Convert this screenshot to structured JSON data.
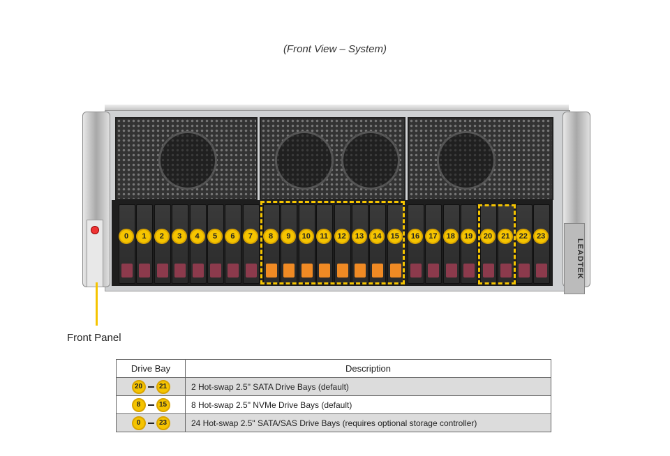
{
  "caption": "(Front View – System)",
  "brand": "LEADTEK",
  "front_panel_label": "Front Panel",
  "colors": {
    "badge": "#f5c400",
    "sata_latch": "#8c3a4c",
    "nvme_latch": "#f08a24"
  },
  "bays": [
    {
      "n": "0",
      "type": "sata"
    },
    {
      "n": "1",
      "type": "sata"
    },
    {
      "n": "2",
      "type": "sata"
    },
    {
      "n": "3",
      "type": "sata"
    },
    {
      "n": "4",
      "type": "sata"
    },
    {
      "n": "5",
      "type": "sata"
    },
    {
      "n": "6",
      "type": "sata"
    },
    {
      "n": "7",
      "type": "sata"
    },
    {
      "n": "8",
      "type": "nvme"
    },
    {
      "n": "9",
      "type": "nvme"
    },
    {
      "n": "10",
      "type": "nvme"
    },
    {
      "n": "11",
      "type": "nvme"
    },
    {
      "n": "12",
      "type": "nvme"
    },
    {
      "n": "13",
      "type": "nvme"
    },
    {
      "n": "14",
      "type": "nvme"
    },
    {
      "n": "15",
      "type": "nvme"
    },
    {
      "n": "16",
      "type": "sata"
    },
    {
      "n": "17",
      "type": "sata"
    },
    {
      "n": "18",
      "type": "sata"
    },
    {
      "n": "19",
      "type": "sata"
    },
    {
      "n": "20",
      "type": "sata"
    },
    {
      "n": "21",
      "type": "sata"
    },
    {
      "n": "22",
      "type": "sata"
    },
    {
      "n": "23",
      "type": "sata"
    }
  ],
  "table": {
    "headers": [
      "Drive Bay",
      "Description"
    ],
    "rows": [
      {
        "from": "20",
        "to": "21",
        "desc": "2 Hot-swap 2.5\" SATA Drive Bays (default)"
      },
      {
        "from": "8",
        "to": "15",
        "desc": "8 Hot-swap 2.5\" NVMe Drive Bays (default)"
      },
      {
        "from": "0",
        "to": "23",
        "desc": "24 Hot-swap 2.5\" SATA/SAS Drive Bays (requires optional storage controller)"
      }
    ]
  }
}
